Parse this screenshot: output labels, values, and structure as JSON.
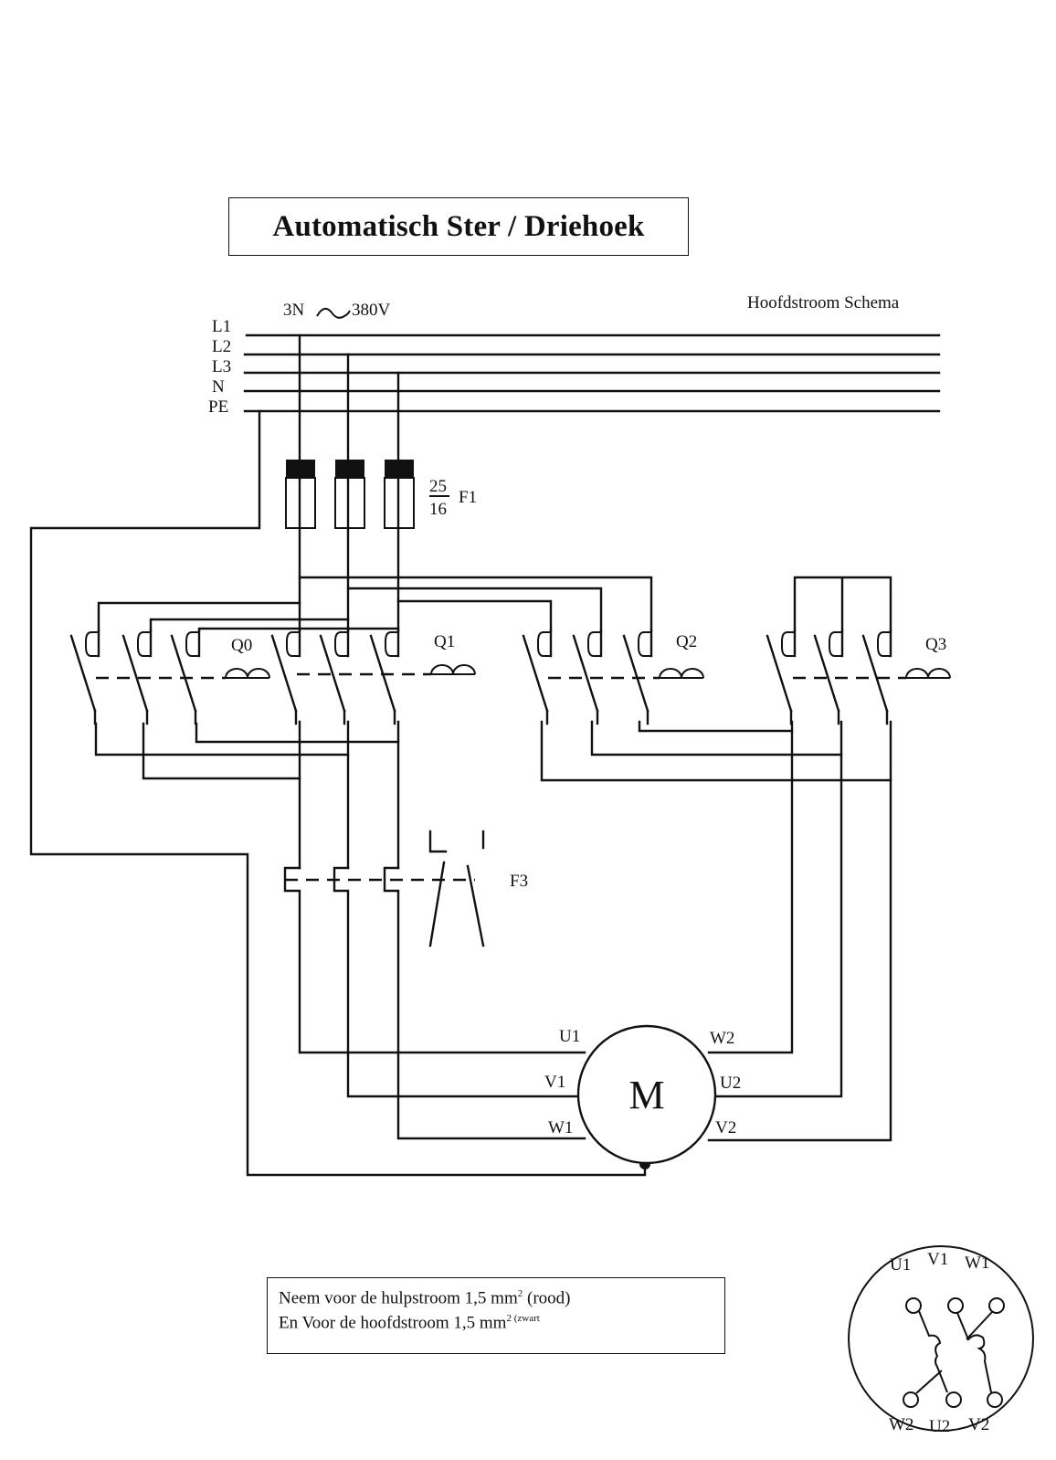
{
  "title": "Automatisch Ster / Driehoek",
  "subtitle": "Hoofdstroom Schema",
  "supply": {
    "label": "3N ∿ 380V",
    "prefix": "3N",
    "voltage": "380V",
    "lines": [
      "L1",
      "L2",
      "L3",
      "N",
      "PE"
    ]
  },
  "fuse": {
    "name": "F1",
    "rating_top": "25",
    "rating_bottom": "16"
  },
  "contactors": [
    {
      "name": "Q0"
    },
    {
      "name": "Q1"
    },
    {
      "name": "Q2"
    },
    {
      "name": "Q3"
    }
  ],
  "overload_relay": {
    "name": "F3"
  },
  "motor": {
    "symbol": "M",
    "left_terminals": [
      "U1",
      "V1",
      "W1"
    ],
    "right_terminals": [
      "W2",
      "U2",
      "V2"
    ]
  },
  "note": {
    "line1_text": "Neem voor de hulpstroom 1,5 mm",
    "line1_sup": "2",
    "line1_suffix": "  (rood)",
    "line2_text": "En Voor de hoofdstroom 1,5 mm",
    "line2_sup": "2 (zwart"
  },
  "terminal_box": {
    "top_labels": [
      "U1",
      "V1",
      "W1"
    ],
    "bottom_labels": [
      "W2",
      "U2",
      "V2"
    ]
  }
}
